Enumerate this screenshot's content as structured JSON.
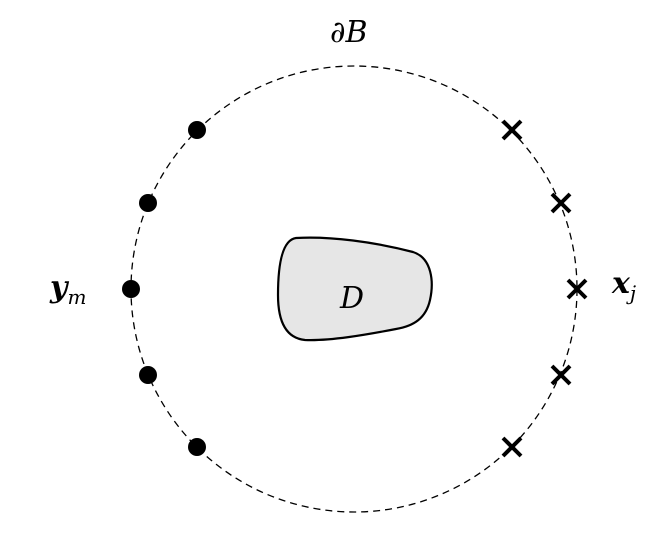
{
  "labels": {
    "boundary": {
      "partial": "∂",
      "letter": "B"
    },
    "receivers": {
      "letter": "y",
      "subscript": "m"
    },
    "sources": {
      "letter": "x",
      "subscript": "j"
    },
    "obstacle": "D"
  },
  "colors": {
    "stroke": "#000000",
    "obstacle_fill": "#e6e6e6",
    "background": "#ffffff"
  },
  "markers": {
    "receiver_shape": "filled-dot",
    "source_shape": "cross",
    "receiver_count": 5,
    "source_count": 5
  }
}
